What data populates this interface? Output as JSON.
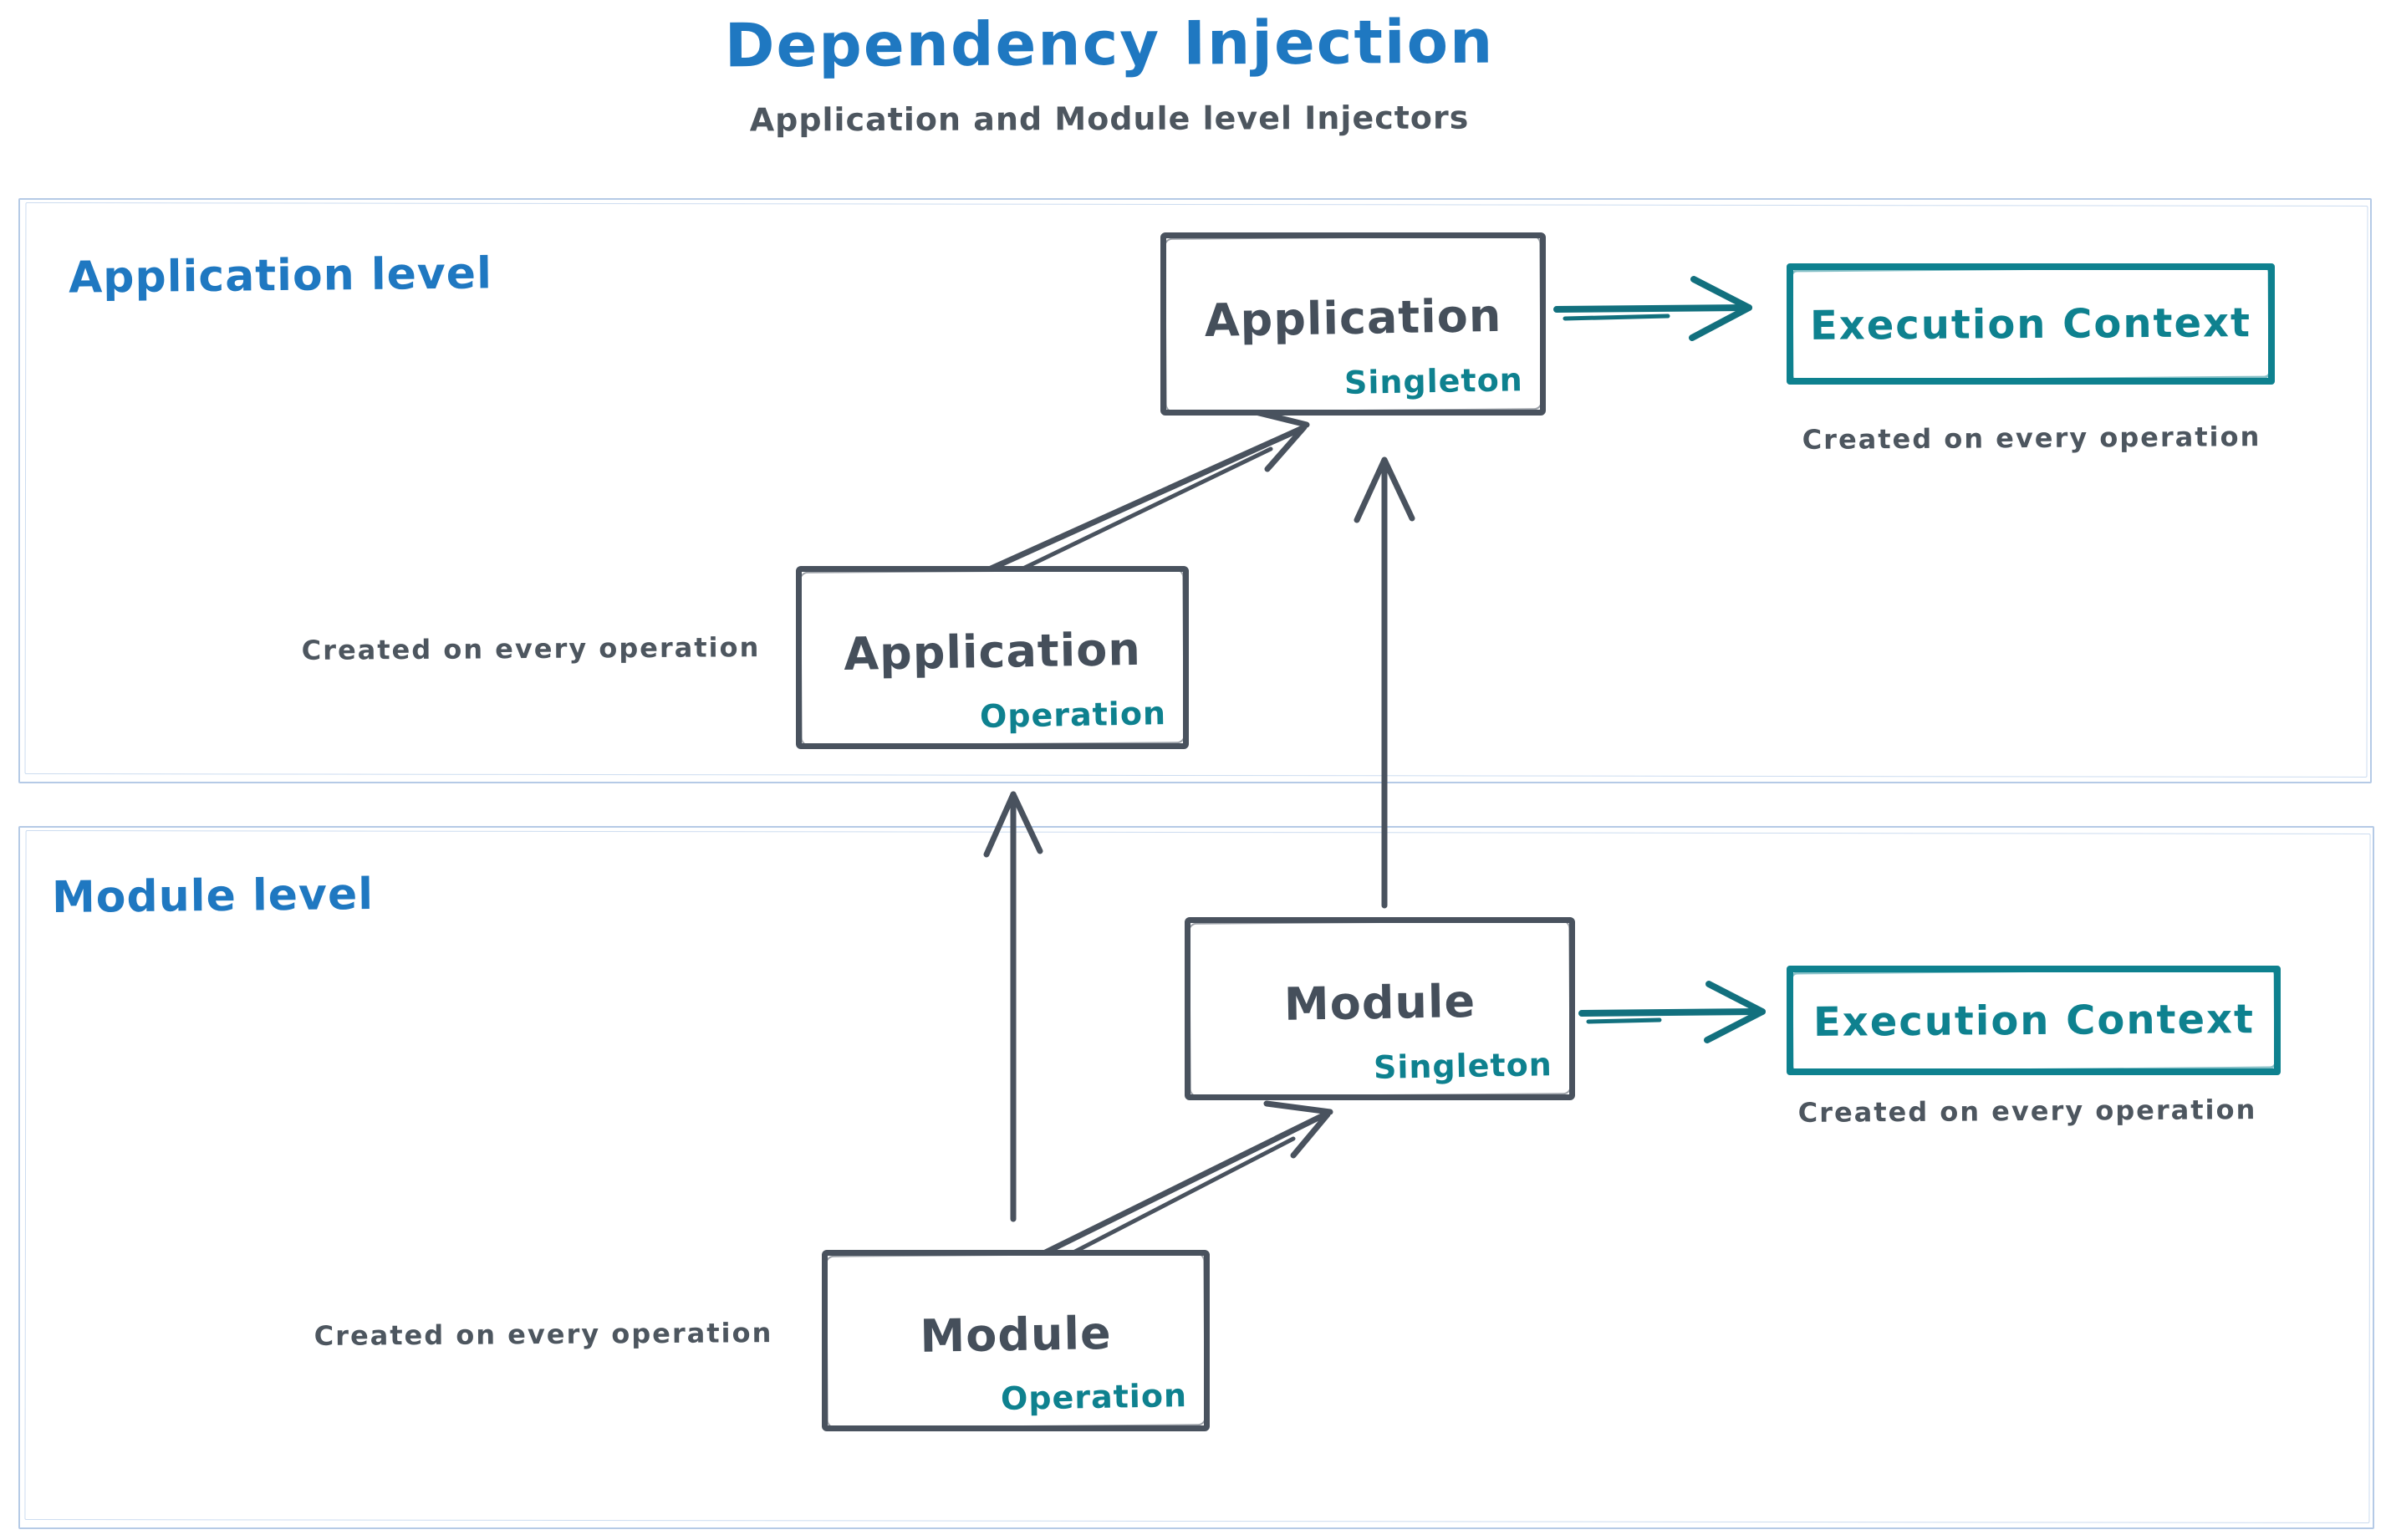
{
  "title": {
    "text": "Dependency Injection",
    "subtitle": "Application and Module level Injectors"
  },
  "colors": {
    "heading_blue": "#1f78c1",
    "stroke_slate": "#49525e",
    "accent_teal": "#0e818f",
    "container_border_blue": "#b5cae6",
    "caption_gray": "#4d565f"
  },
  "sections": {
    "application": {
      "label": "Application level",
      "singleton": {
        "name": "Application",
        "scope": "Singleton"
      },
      "operation": {
        "name": "Application",
        "scope": "Operation"
      },
      "execution_context": {
        "label": "Execution Context",
        "caption": "Created on every operation"
      },
      "operation_caption": "Created on every operation"
    },
    "module": {
      "label": "Module level",
      "singleton": {
        "name": "Module",
        "scope": "Singleton"
      },
      "operation": {
        "name": "Module",
        "scope": "Operation"
      },
      "execution_context": {
        "label": "Execution Context",
        "caption": "Created on every operation"
      },
      "operation_caption": "Created on every operation"
    }
  }
}
